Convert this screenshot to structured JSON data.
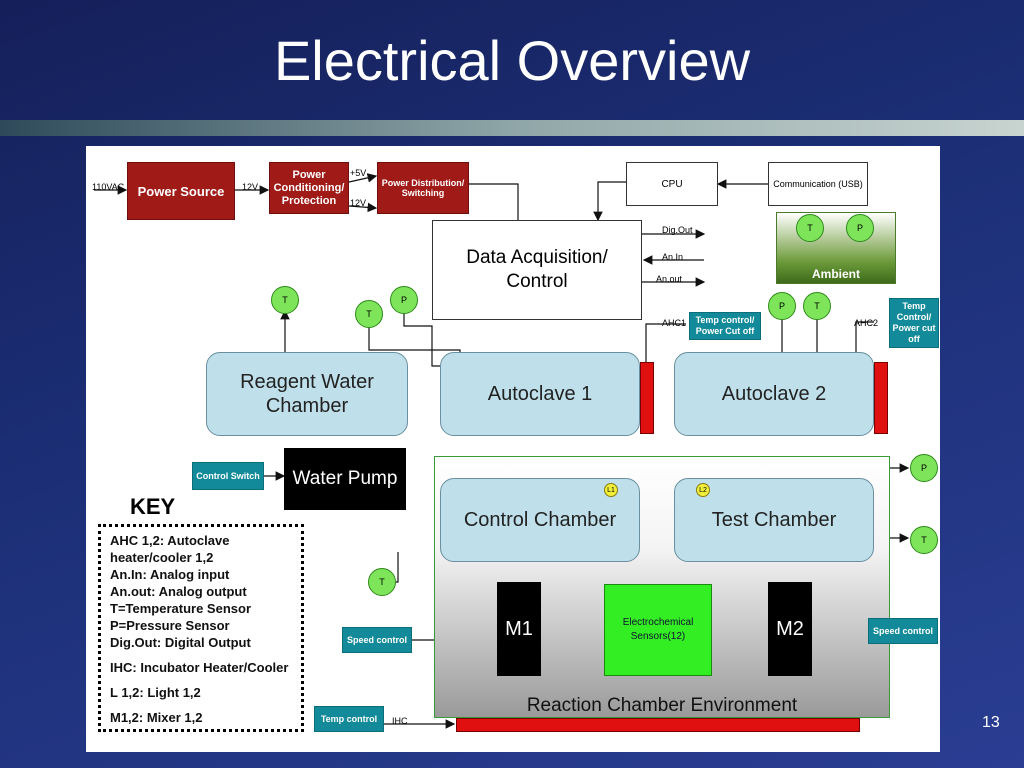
{
  "title": "Electrical Overview",
  "page_number": "13",
  "colors": {
    "power_red": "#a01a17",
    "chamber_blue": "#bfe0ea",
    "teal": "#138a9a",
    "sensor_green": "#7ee55a",
    "heater_red": "#e01010"
  },
  "blocks": {
    "power_source": "Power Source",
    "power_conditioning": "Power Conditioning/ Protection",
    "power_distribution": "Power Distribution/ Switching",
    "cpu": "CPU",
    "communication": "Communication (USB)",
    "daq": "Data Acquisition/ Control",
    "ambient": "Ambient",
    "reagent": "Reagent Water Chamber",
    "autoclave1": "Autoclave 1",
    "autoclave2": "Autoclave 2",
    "water_pump": "Water Pump",
    "control_chamber": "Control Chamber",
    "test_chamber": "Test Chamber",
    "m1": "M1",
    "m2": "M2",
    "electrochem": "Electrochemical Sensors(12)",
    "reaction_env": "Reaction Chamber Environment"
  },
  "labels": {
    "v110": "110VAC",
    "v12": "12V",
    "v5": "+5V",
    "v12b": "12V",
    "dig_out": "Dig.Out",
    "an_in": "An.In",
    "an_out": "An.out",
    "ahc1": "AHC1",
    "ahc2": "AHC2",
    "ihc": "IHC"
  },
  "controls": {
    "temp_power_cut_1": "Temp control/ Power Cut off",
    "temp_power_cut_2": "Temp Control/ Power cut off",
    "control_switch": "Control Switch",
    "speed_control_left": "Speed control",
    "speed_control_right": "Speed control",
    "temp_control": "Temp control"
  },
  "sensors": {
    "t": "T",
    "p": "P",
    "l1": "L1",
    "l2": "L2"
  },
  "key": {
    "title": "KEY",
    "lines": [
      "AHC 1,2: Autoclave",
      "heater/cooler 1,2",
      "An.In: Analog input",
      "An.out: Analog output",
      "T=Temperature Sensor",
      "P=Pressure Sensor",
      "Dig.Out: Digital Output",
      "IHC: Incubator Heater/Cooler",
      "L 1,2: Light 1,2",
      "M1,2: Mixer 1,2"
    ]
  }
}
